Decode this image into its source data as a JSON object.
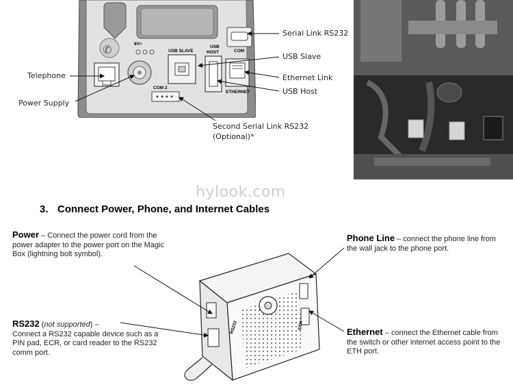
{
  "top_diagram": {
    "callouts": {
      "serial_link": "Serial Link RS232",
      "usb_slave": "USB Slave",
      "ethernet_link": "Ethernet Link",
      "usb_host": "USB Host",
      "telephone": "Telephone",
      "power_supply": "Power Supply",
      "second_serial_line1": "Second Serial Link RS232",
      "second_serial_line2": "(Optional)*"
    },
    "port_labels": {
      "com": "COM",
      "usb_slave": "USB SLAVE",
      "usb_host_line1": "USB",
      "usb_host_line2": "HOST",
      "com2": "COM 2",
      "ethernet": "ETHERNET",
      "voltage": "8V="
    }
  },
  "watermark": "hylook.com",
  "step": {
    "number": "3.",
    "title": "Connect Power, Phone, and Internet Cables"
  },
  "descriptions": {
    "power": {
      "label": "Power",
      "dash": " – ",
      "text": "Connect the power cord from the power adapter to the power port on the Magic Box (lightning bolt symbol)."
    },
    "rs232": {
      "label": "RS232",
      "paren_open": " (",
      "note": "not supported",
      "paren_close": ") –",
      "text": "Connect a RS232 capable device such as a PIN pad, ECR, or card reader to the RS232 comm port."
    },
    "phone": {
      "label": "Phone Line",
      "dash": " – ",
      "text": "connect the phone line from the wall jack to the phone port."
    },
    "ethernet": {
      "label": "Ethernet",
      "dash": " – ",
      "text": "connect the Ethernet cable from the switch or other internet access point to the ETH port."
    }
  },
  "box_labels": {
    "rs232": "RS232",
    "eth": "ETH"
  },
  "colors": {
    "panel_bg": "#d8d8d8",
    "panel_dark": "#5f5f5f",
    "photo_dark": "#2a2a2a"
  }
}
